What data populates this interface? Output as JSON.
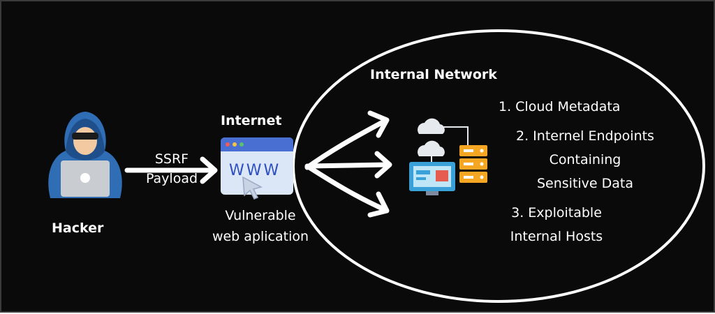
{
  "hacker": {
    "label": "Hacker"
  },
  "payload": {
    "line1": "SSRF",
    "line2": "Payload"
  },
  "internet": {
    "label": "Internet"
  },
  "browser": {
    "url_text": "WWW"
  },
  "vulnerable_app": {
    "line1": "Vulnerable",
    "line2": "web aplication"
  },
  "internal_network": {
    "title": "Internal Network",
    "targets": [
      {
        "lines": [
          "1. Cloud Metadata"
        ]
      },
      {
        "lines": [
          "2. Internel Endpoints",
          "Containing",
          "Sensitive Data"
        ]
      },
      {
        "lines": [
          "3. Exploitable",
          "Internal Hosts"
        ]
      }
    ]
  },
  "colors": {
    "background": "#0a0a0a",
    "text": "#ffffff",
    "hood": "#2f6db5",
    "laptop": "#c9cdd2",
    "browser_bar": "#4a6fd3",
    "browser_body": "#dbe6f7",
    "server_orange": "#f5a623",
    "cloud": "#e6e9ee"
  }
}
